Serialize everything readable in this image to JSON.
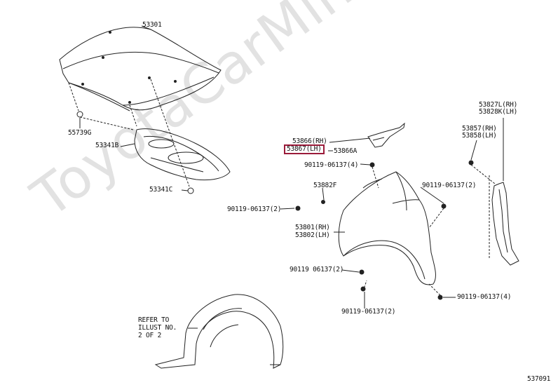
{
  "watermark": "ToyotaCarMine.ru",
  "highlight_color": "#9b1b3a",
  "labels": {
    "p53301": "53301",
    "p55739G": "55739G",
    "p53341B": "53341B",
    "p53341C": "53341C",
    "p53866rh": "53866(RH)",
    "p53867lh": "53867(LH)",
    "p53866A": "53866A",
    "b90119_4": "90119-06137(4)",
    "p53882F": "53882F",
    "b90119_2a": "90119-06137(2)",
    "b90119_2b": "90119-06137(2)",
    "p53801rh": "53801(RH)",
    "p53802lh": "53802(LH)",
    "b90119_2c": "90119 06137(2)",
    "b90119_2d": "90119-06137(2)",
    "b90119_4b": "90119-06137(4)",
    "p53827rh": "53827L(RH)",
    "p53828lh": "53828K(LH)",
    "p53857rh": "53857(RH)",
    "p53858lh": "53858(LH)",
    "refer1": "REFER TO",
    "refer2": "ILLUST NO.",
    "refer3": "2 OF 2",
    "figure_code": "537091"
  }
}
